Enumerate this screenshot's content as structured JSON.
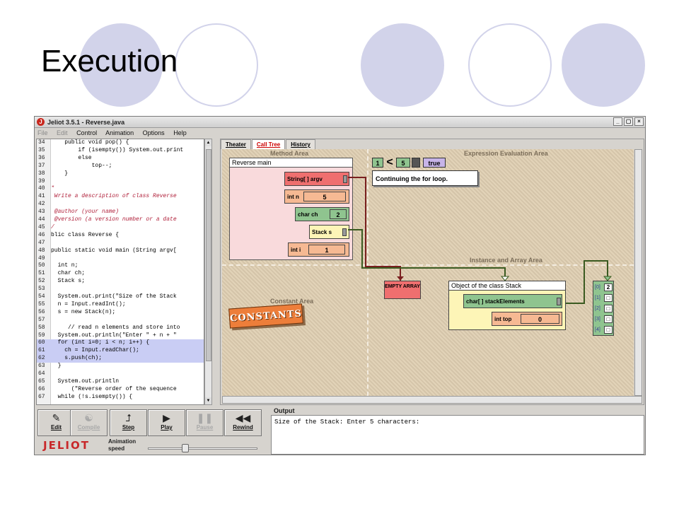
{
  "slide": {
    "title": "Execution",
    "accent_color": "#d2d3ea"
  },
  "window": {
    "title": "Jeliot 3.5.1 - Reverse.java",
    "controls": {
      "minimize": "_",
      "maximize": "▢",
      "close": "×"
    }
  },
  "menu": {
    "items": [
      "File",
      "Edit",
      "Control",
      "Animation",
      "Options",
      "Help"
    ]
  },
  "code": {
    "lines": [
      {
        "n": "34",
        "t": "    public void pop() {"
      },
      {
        "n": "35",
        "t": "        if (isempty()) System.out.print"
      },
      {
        "n": "36",
        "t": "        else"
      },
      {
        "n": "37",
        "t": "            top--;"
      },
      {
        "n": "38",
        "t": "    }"
      },
      {
        "n": "39",
        "t": ""
      },
      {
        "n": "40",
        "t": "*"
      },
      {
        "n": "41",
        "t": " Write a description of class Reverse"
      },
      {
        "n": "42",
        "t": ""
      },
      {
        "n": "43",
        "t": " @author (your name)"
      },
      {
        "n": "44",
        "t": " @version (a version number or a date"
      },
      {
        "n": "45",
        "t": "/"
      },
      {
        "n": "46",
        "t": "blic class Reverse {"
      },
      {
        "n": "47",
        "t": ""
      },
      {
        "n": "48",
        "t": "public static void main (String argv["
      },
      {
        "n": "49",
        "t": ""
      },
      {
        "n": "50",
        "t": "  int n;"
      },
      {
        "n": "51",
        "t": "  char ch;"
      },
      {
        "n": "52",
        "t": "  Stack s;"
      },
      {
        "n": "53",
        "t": ""
      },
      {
        "n": "54",
        "t": "  System.out.print(\"Size of the Stack"
      },
      {
        "n": "55",
        "t": "  n = Input.readInt();"
      },
      {
        "n": "56",
        "t": "  s = new Stack(n);"
      },
      {
        "n": "57",
        "t": ""
      },
      {
        "n": "58",
        "t": "     // read n elements and store into"
      },
      {
        "n": "59",
        "t": "  System.out.println(\"Enter \" + n + \""
      },
      {
        "n": "60",
        "t": "  for (int i=0; i < n; i++) {"
      },
      {
        "n": "61",
        "t": "    ch = Input.readChar();"
      },
      {
        "n": "62",
        "t": "    s.push(ch);"
      },
      {
        "n": "63",
        "t": "  }"
      },
      {
        "n": "64",
        "t": ""
      },
      {
        "n": "65",
        "t": "  System.out.println"
      },
      {
        "n": "66",
        "t": "      (\"Reverse order of the sequence"
      },
      {
        "n": "67",
        "t": "  while (!s.isempty()) {"
      }
    ]
  },
  "tabs": [
    "Theater",
    "Call Tree",
    "History"
  ],
  "areas": {
    "method": "Method Area",
    "expression": "Expression Evaluation Area",
    "instance": "Instance and Array Area",
    "constant": "Constant Area"
  },
  "method_frame": {
    "title": "Reverse main",
    "vars": [
      {
        "label": "String[ ] argv",
        "value": ""
      },
      {
        "label": "int n",
        "value": "5"
      },
      {
        "label": "char ch",
        "value": "2"
      },
      {
        "label": "Stack s",
        "value": ""
      },
      {
        "label": "int i",
        "value": "1"
      }
    ]
  },
  "expression": {
    "left": "1",
    "op": "<",
    "right": "5",
    "eq": "=",
    "result": "true",
    "message": "Continuing the for loop."
  },
  "empty_array": "EMPTY ARRAY",
  "object": {
    "title": "Object of the class Stack",
    "fields": [
      {
        "label": "char[ ] stackElements",
        "value": ""
      },
      {
        "label": "int top",
        "value": "0"
      }
    ]
  },
  "array": {
    "indices": [
      "[0]",
      "[1]",
      "[2]",
      "[3]",
      "[4]"
    ],
    "values": [
      "2",
      "□",
      "□",
      "□",
      "□"
    ]
  },
  "constants": "CONSTANTS",
  "buttons": [
    {
      "label": "Edit",
      "icon": "✎",
      "enabled": true
    },
    {
      "label": "Compile",
      "icon": "☯",
      "enabled": false
    },
    {
      "label": "Step",
      "icon": "⮥",
      "enabled": true
    },
    {
      "label": "Play",
      "icon": "▶",
      "enabled": true
    },
    {
      "label": "Pause",
      "icon": "❚❚",
      "enabled": false
    },
    {
      "label": "Rewind",
      "icon": "◀◀",
      "enabled": true
    }
  ],
  "logo": "JELIOT",
  "speed": {
    "label_line1": "Animation",
    "label_line2": "speed",
    "level": 0.32
  },
  "output": {
    "label": "Output",
    "text": "Size of the Stack: Enter 5 characters:"
  }
}
